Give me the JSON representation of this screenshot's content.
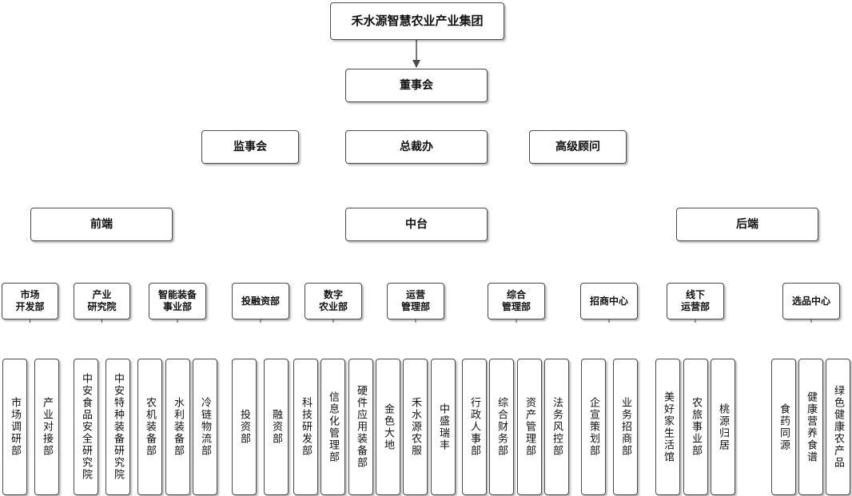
{
  "root": "禾水源智慧农业产业集团",
  "level1": "董事会",
  "level2": [
    "监事会",
    "总裁办",
    "高级顾问"
  ],
  "segments": [
    "前端",
    "中台",
    "后端"
  ],
  "departments": [
    {
      "label": "市场\n开发部",
      "units": [
        "市场调研部",
        "产业对接部"
      ]
    },
    {
      "label": "产业\n研究院",
      "units": [
        "中安食品安全研究院",
        "中安特种装备研究院"
      ]
    },
    {
      "label": "智能装备\n事业部",
      "units": [
        "农机装备部",
        "水利装备部",
        "冷链物流部"
      ]
    },
    {
      "label": "投融资部",
      "units": [
        "投资部",
        "融资部"
      ]
    },
    {
      "label": "数字\n农业部",
      "units": [
        "科技研发部",
        "信息化管理部",
        "硬件应用装备部"
      ]
    },
    {
      "label": "运营\n管理部",
      "units": [
        "金色大地",
        "禾水源农服",
        "中盛瑞丰"
      ]
    },
    {
      "label": "综合\n管理部",
      "units": [
        "行政人事部",
        "综合财务部",
        "资产管理部",
        "法务风控部"
      ]
    },
    {
      "label": "招商中心",
      "units": [
        "企宣策划部",
        "业务招商部"
      ]
    },
    {
      "label": "线下\n运营部",
      "units": [
        "美好家生活馆",
        "农旅事业部",
        "桃源归居"
      ]
    },
    {
      "label": "选品中心",
      "units": [
        "食药同源",
        "健康营养食谱",
        "绿色健康农产品"
      ]
    }
  ],
  "colors": {
    "line": "#4a4a4a",
    "text": "#111111",
    "background": "#ffffff"
  }
}
